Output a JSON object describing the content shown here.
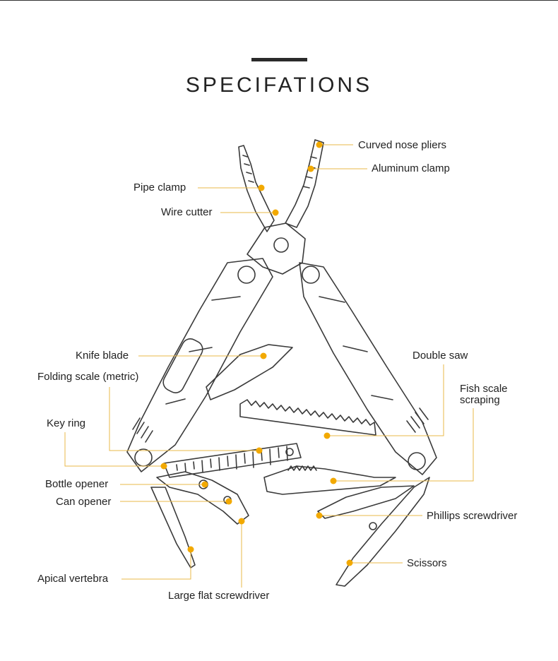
{
  "title": "SPECIFATIONS",
  "colors": {
    "accent": "#F2A900",
    "leader": "#E8B84A",
    "outline": "#3a3a3a",
    "text": "#222222"
  },
  "labels": {
    "curved_nose_pliers": "Curved nose pliers",
    "aluminum_clamp": "Aluminum clamp",
    "pipe_clamp": "Pipe clamp",
    "wire_cutter": "Wire cutter",
    "knife_blade": "Knife blade",
    "folding_scale": "Folding scale (metric)",
    "double_saw": "Double saw",
    "fish_scale_1": "Fish scale",
    "fish_scale_2": "scraping",
    "key_ring": "Key ring",
    "bottle_opener": "Bottle opener",
    "can_opener": "Can opener",
    "phillips": "Phillips screwdriver",
    "scissors": "Scissors",
    "apical_vertebra": "Apical vertebra",
    "large_flat": "Large flat screwdriver"
  }
}
